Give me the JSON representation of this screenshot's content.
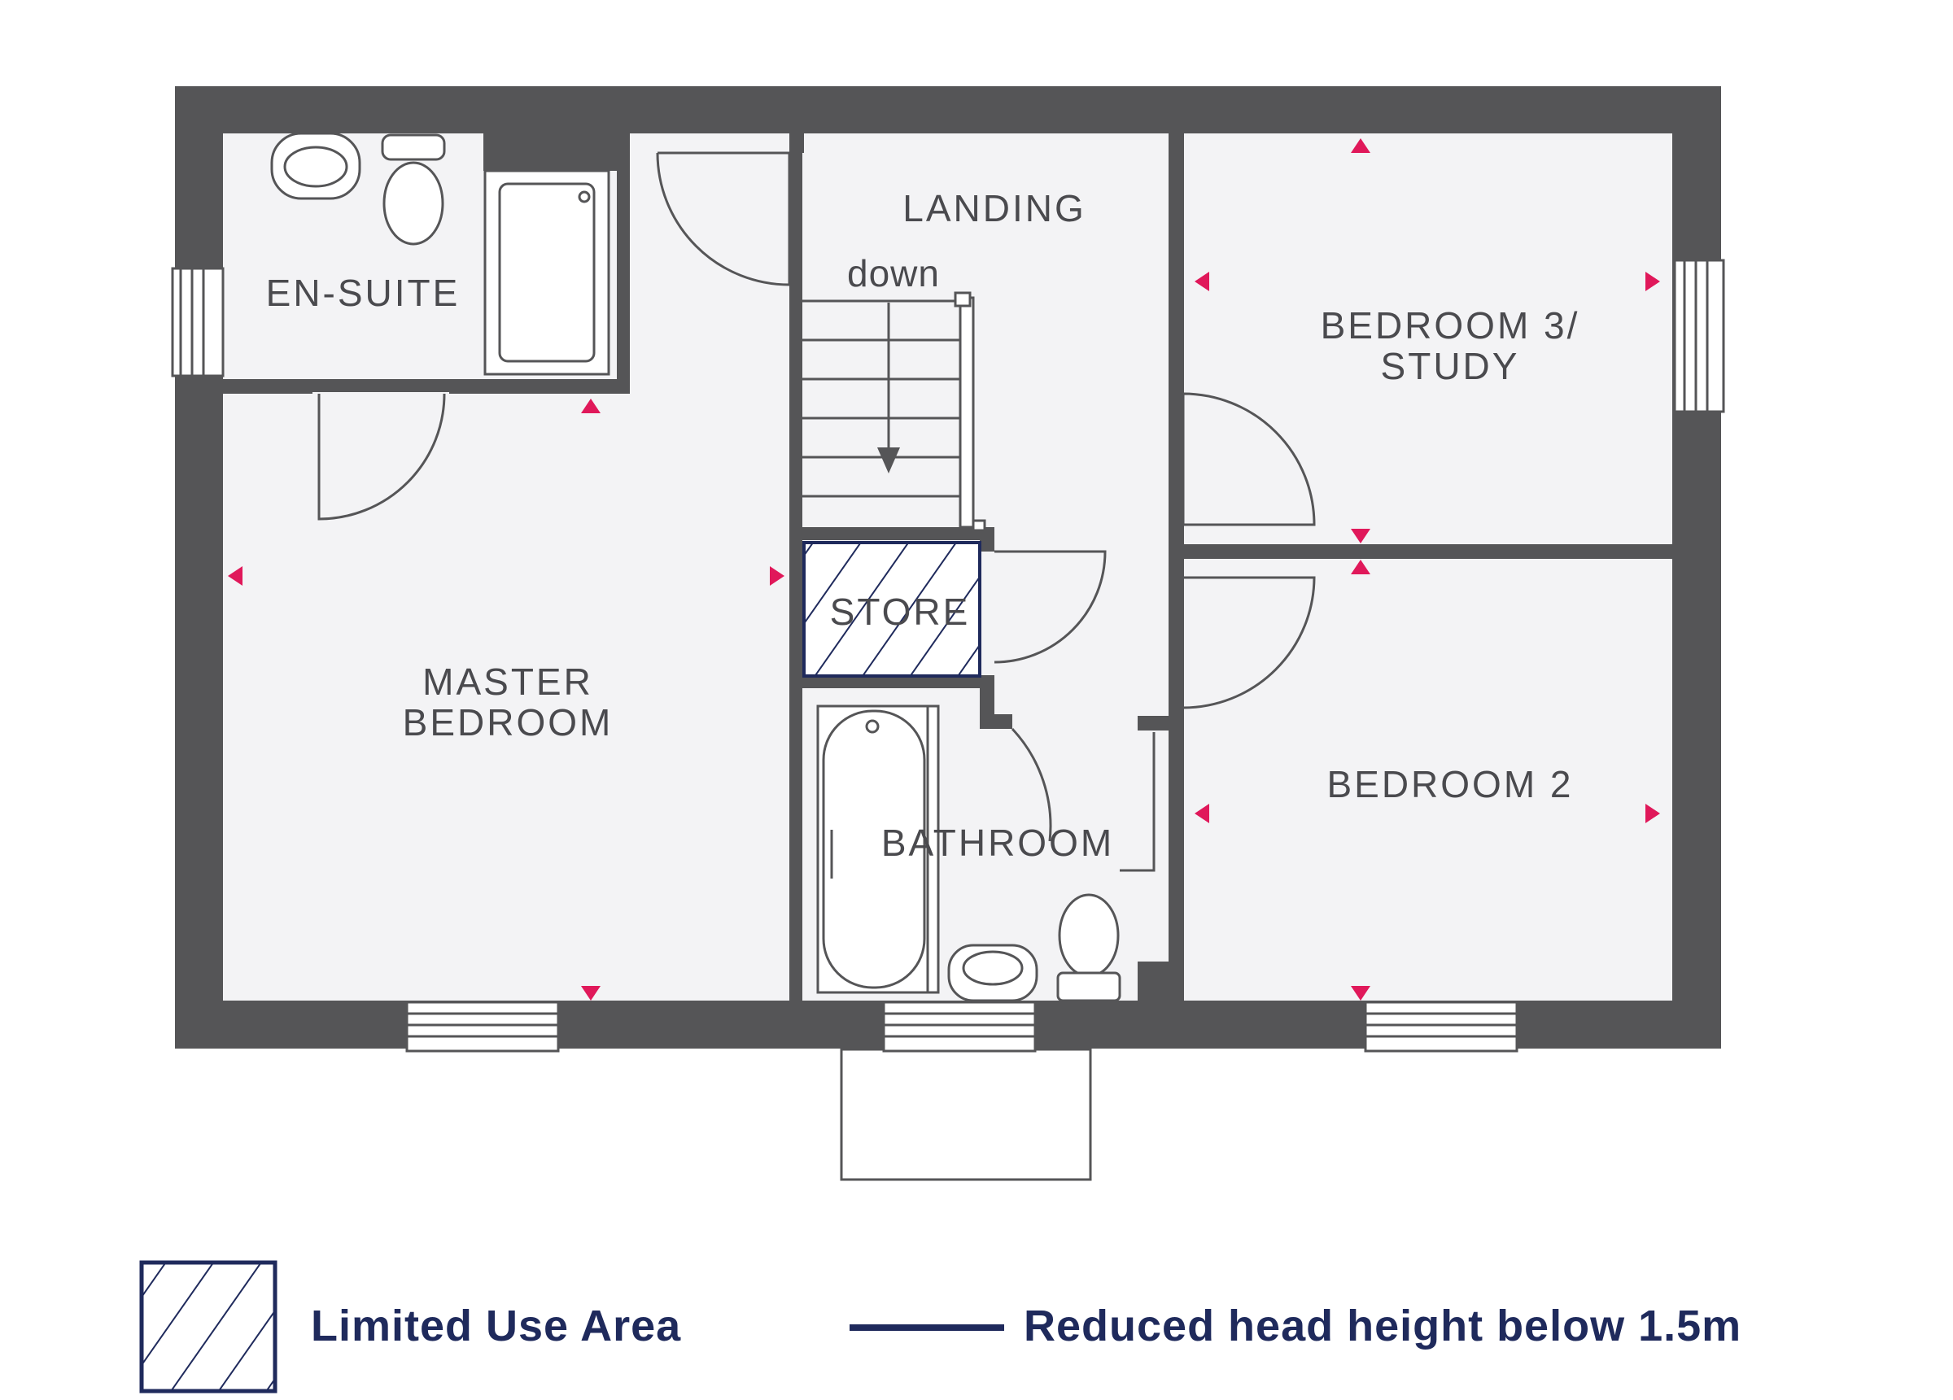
{
  "rooms": {
    "en_suite": "EN-SUITE",
    "landing": "LANDING",
    "stairs_direction": "down",
    "bedroom3_line1": "BEDROOM 3/",
    "bedroom3_line2": "STUDY",
    "master_line1": "MASTER",
    "master_line2": "BEDROOM",
    "store": "STORE",
    "bathroom": "BATHROOM",
    "bedroom2": "BEDROOM 2"
  },
  "legend": {
    "limited_use": "Limited Use Area",
    "reduced_height": "Reduced head height below 1.5m"
  },
  "colors": {
    "wall": "#555557",
    "floor": "#f3f3f5",
    "marker": "#e0185a",
    "legend": "#1f2a5c"
  }
}
